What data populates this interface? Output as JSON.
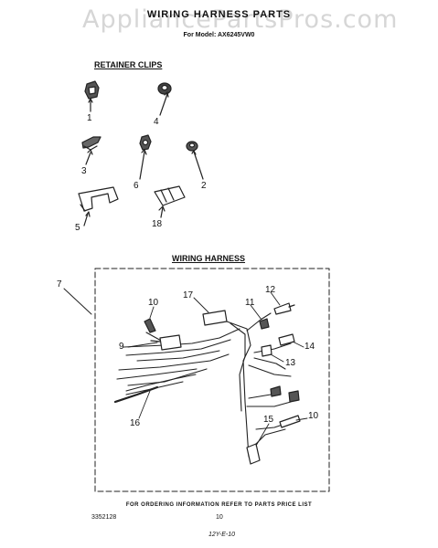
{
  "header": {
    "watermark": "AppliancePartsPros.com",
    "title": "WIRING HARNESS PARTS",
    "model_line": "For Model: AX6245VW0"
  },
  "sections": {
    "retainer_clips": "RETAINER CLIPS",
    "wiring_harness": "WIRING HARNESS"
  },
  "callouts": {
    "c1": "1",
    "c4": "4",
    "c3": "3",
    "c6": "6",
    "c2": "2",
    "c5": "5",
    "c18": "18",
    "c7": "7",
    "c10a": "10",
    "c17": "17",
    "c11": "11",
    "c12": "12",
    "c9": "9",
    "c14": "14",
    "c13": "13",
    "c16": "16",
    "c15": "15",
    "c10b": "10"
  },
  "footer": {
    "ordering_note": "FOR ORDERING INFORMATION REFER TO PARTS PRICE LIST",
    "part_number": "3352128",
    "page_number": "10",
    "date_stamp": "12Y-E-10"
  }
}
